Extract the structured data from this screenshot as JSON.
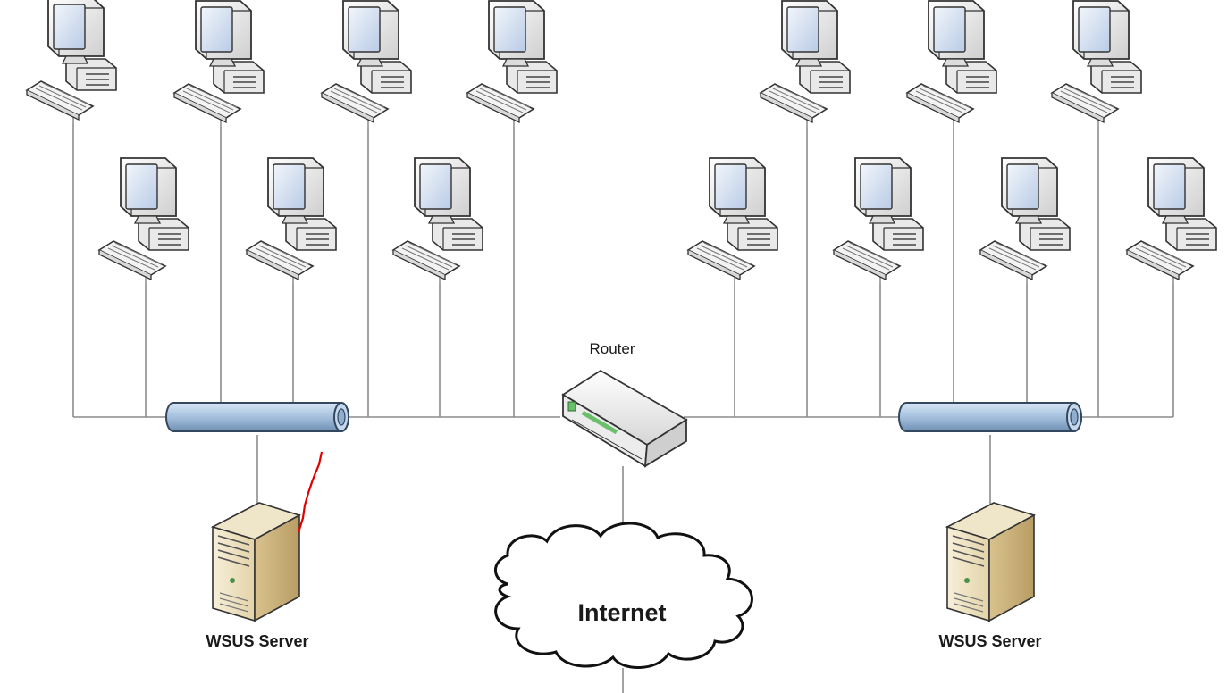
{
  "labels": {
    "router": "Router",
    "internet": "Internet",
    "server_left": "WSUS Server",
    "server_right": "WSUS Server"
  },
  "icons": {
    "workstation": "desktop-computer-icon",
    "hub": "network-hub-icon",
    "router": "router-icon",
    "server": "server-tower-icon",
    "cloud": "internet-cloud-icon"
  },
  "colors": {
    "background": "#ffffff",
    "line": "#8c8c8c",
    "hub_fill": "#a9c4e0",
    "hub_stroke": "#33485f",
    "screen": "#c9d8ee",
    "server_body": "#eee2c2",
    "annotation": "#e00000"
  },
  "left_network": {
    "workstation_count": 7,
    "server_label": "WSUS Server"
  },
  "right_network": {
    "workstation_count": 7,
    "server_label": "WSUS Server"
  }
}
